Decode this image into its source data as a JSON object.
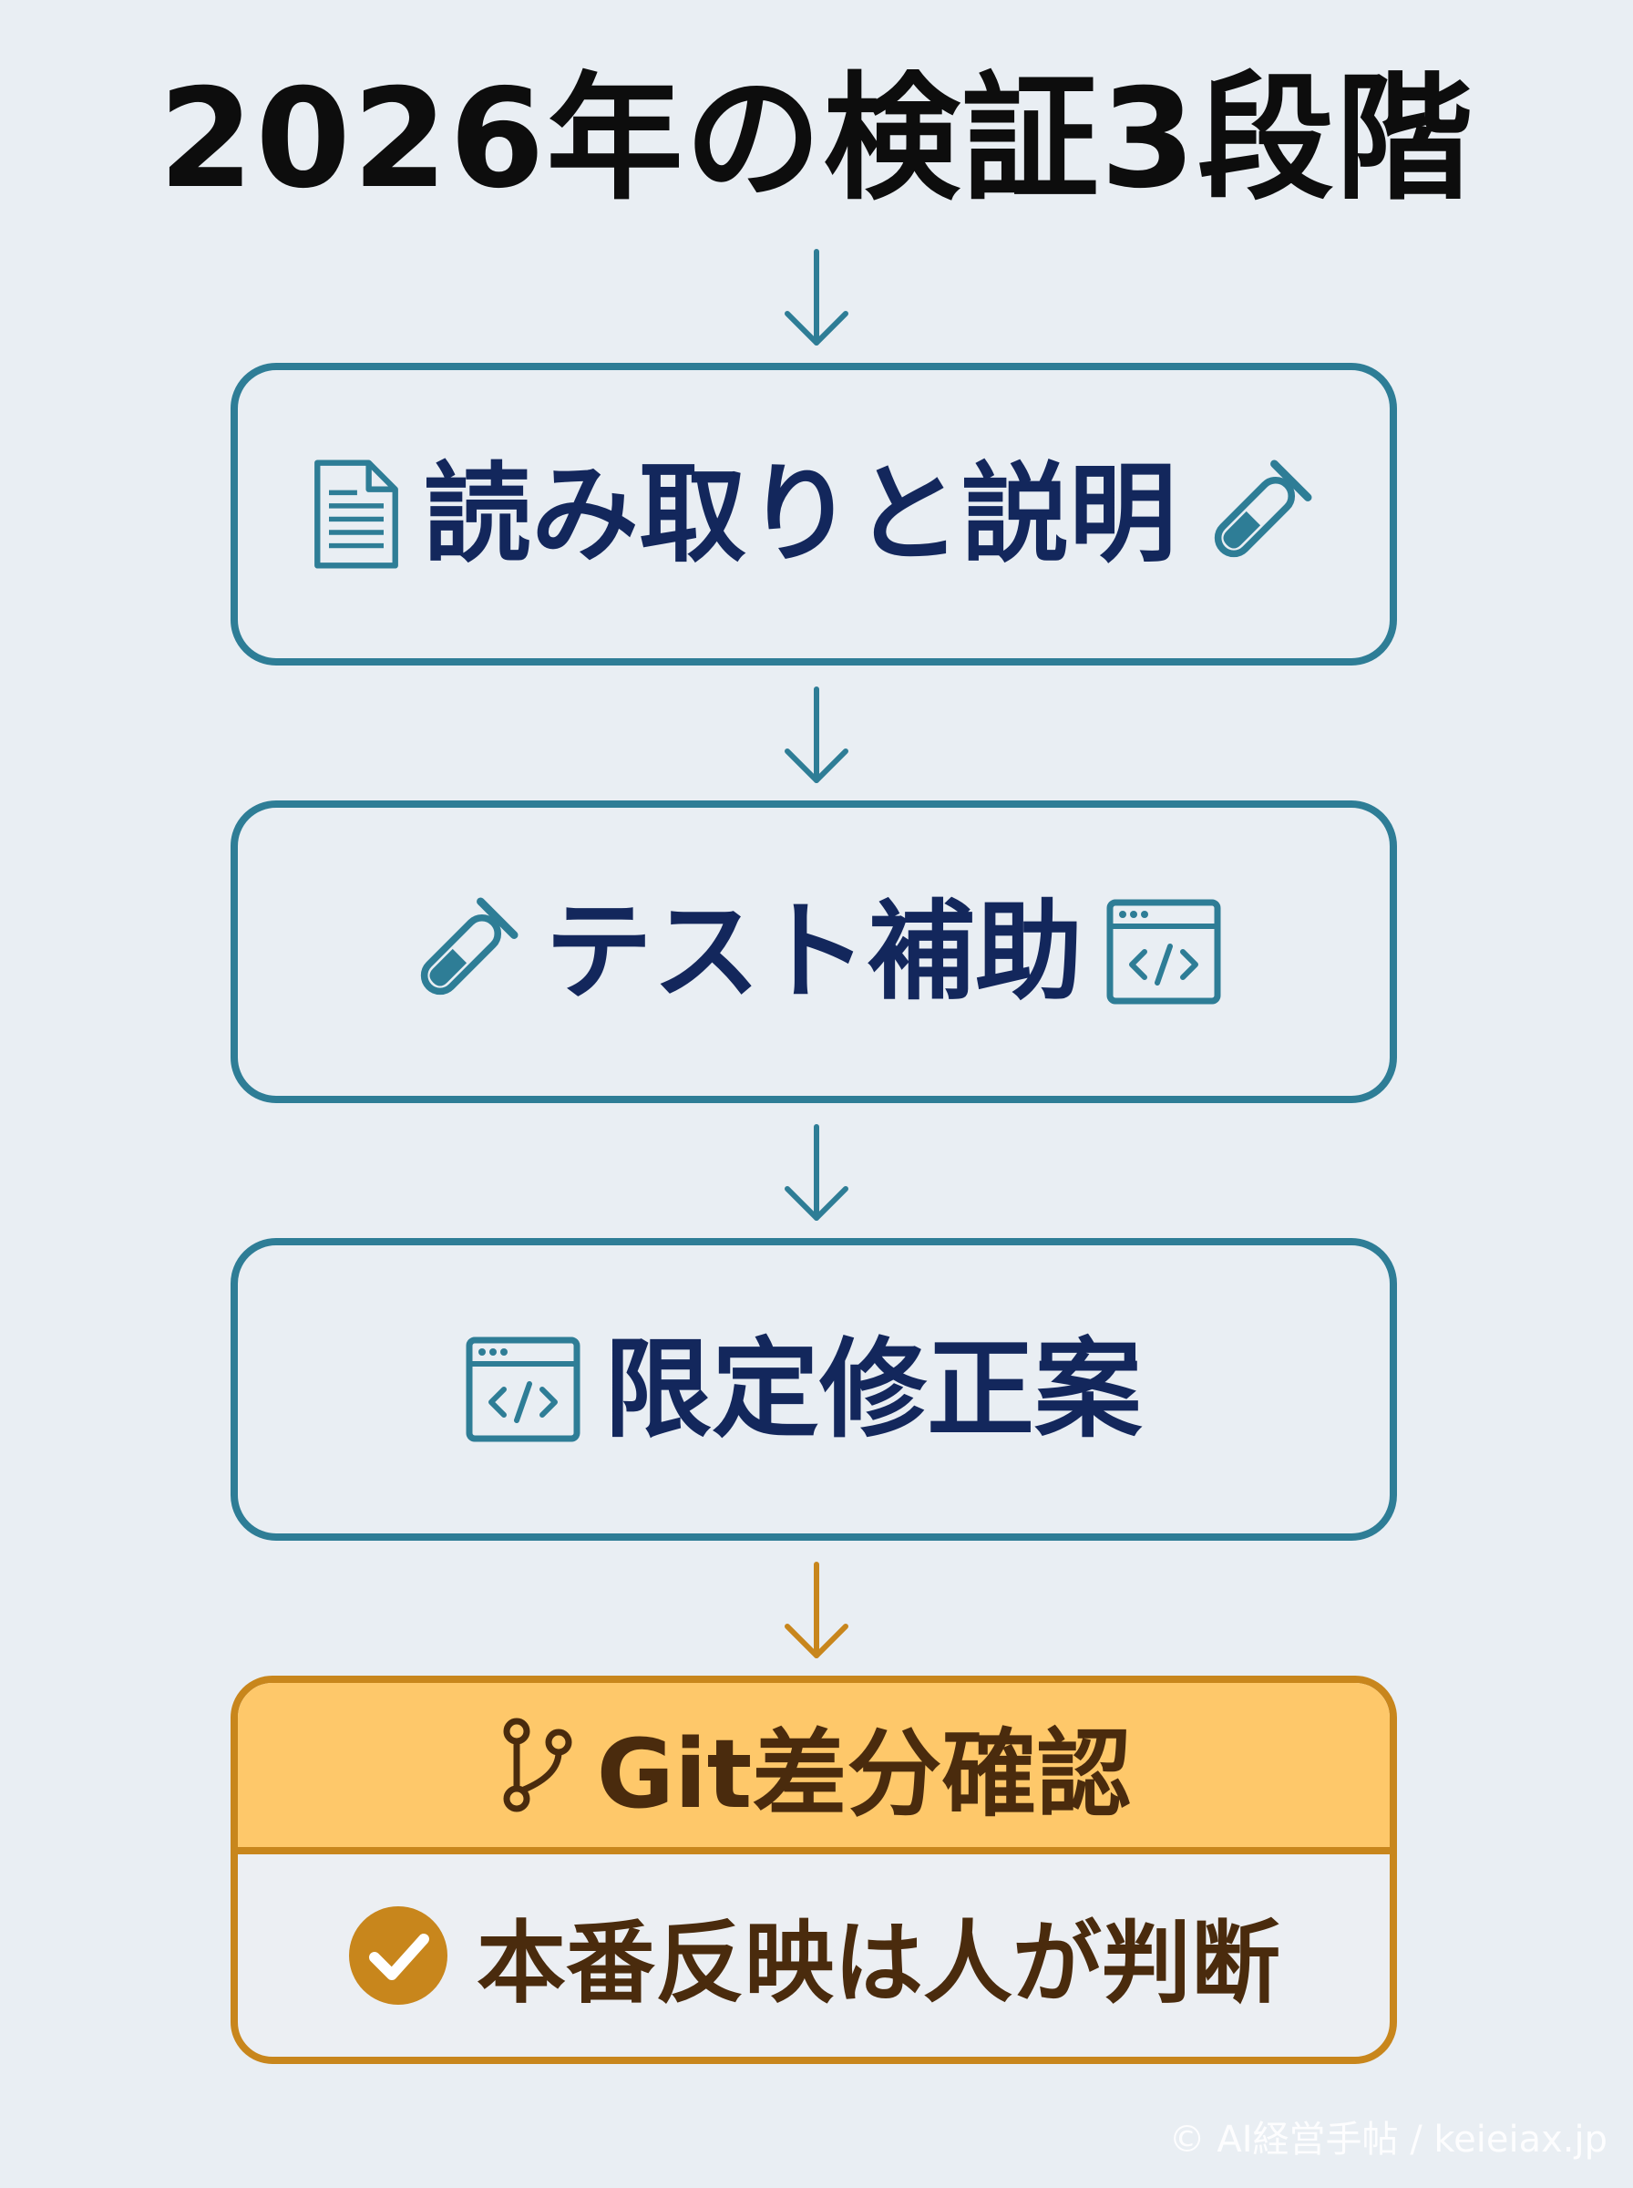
{
  "title": "2026年の検証3段階",
  "steps": [
    {
      "label": "読み取りと説明",
      "icons": [
        "document-icon",
        "test-tube-icon"
      ]
    },
    {
      "label": "テスト補助",
      "icons": [
        "test-tube-icon",
        "code-window-icon"
      ]
    },
    {
      "label": "限定修正案",
      "icons": [
        "code-window-icon"
      ]
    }
  ],
  "final": {
    "header": "Git差分確認",
    "header_icon": "git-branch-icon",
    "body": "本番反映は人が判断",
    "body_icon": "check-circle-icon"
  },
  "credit": "© AI経営手帖 / keieiax.jp",
  "colors": {
    "background": "#e9eef3",
    "step_border": "#2e7d96",
    "step_text": "#13275c",
    "final_border": "#c8861c",
    "final_header_bg": "#fec86a",
    "final_text": "#4a2b0d",
    "arrow_teal": "#2e7d96",
    "arrow_gold": "#c8861c"
  }
}
